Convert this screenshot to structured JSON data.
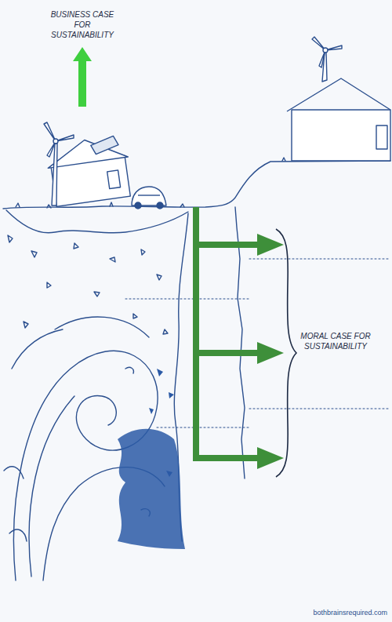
{
  "diagram": {
    "labels": [
      "BUSINESS CASE FOR SUSTAINABILITY",
      "MORAL CASE FOR SUSTAINABILITY",
      "bothbrainsrequired.com"
    ]
  }
}
